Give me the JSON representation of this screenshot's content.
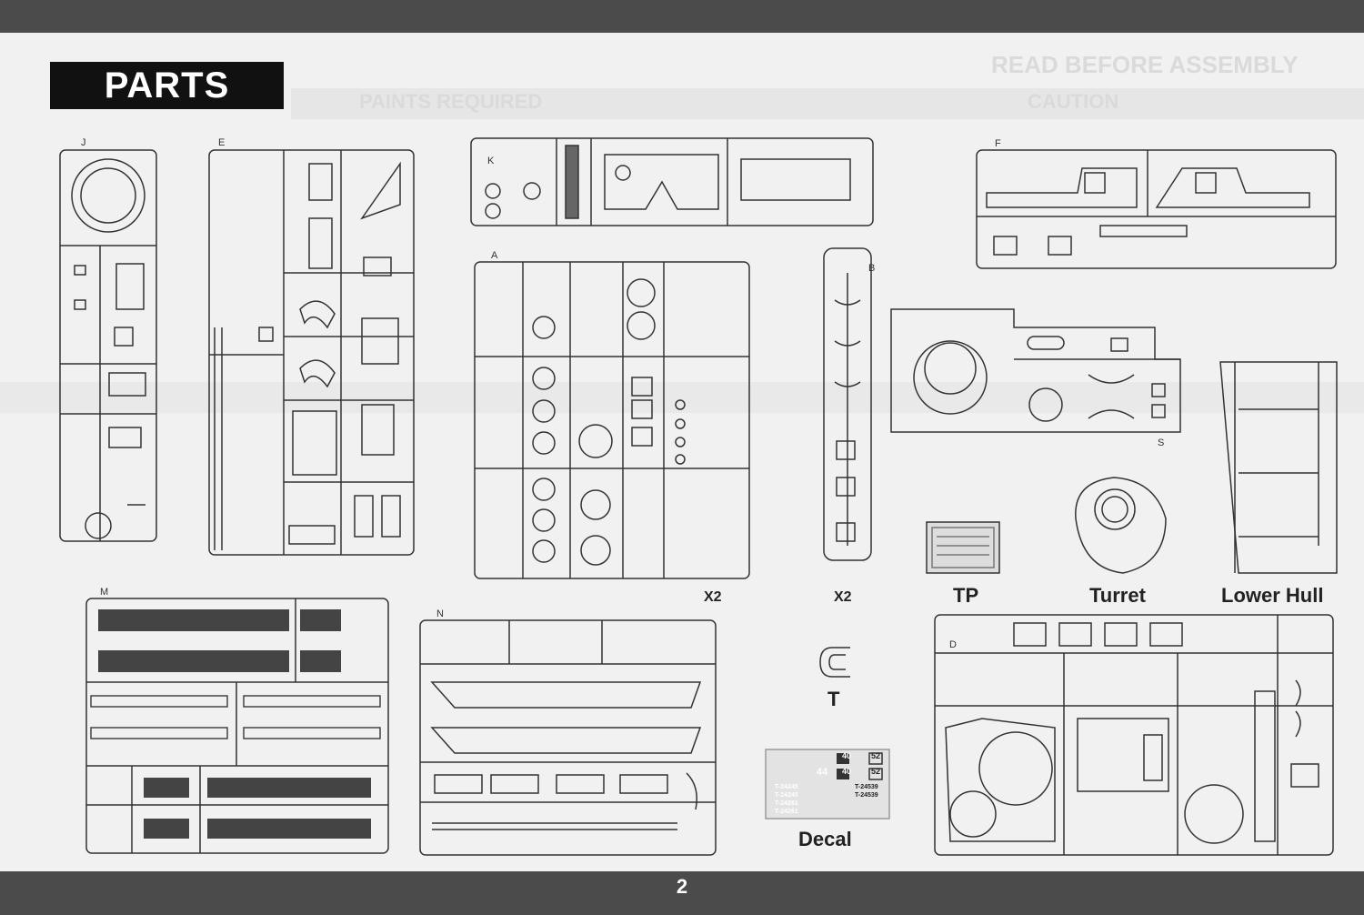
{
  "header": {
    "title": "PARTS"
  },
  "background_text": {
    "read_before": "READ BEFORE ASSEMBLY",
    "caution": "CAUTION",
    "paints": "PAINTS REQUIRED"
  },
  "sprue_letters": [
    "J",
    "E",
    "K",
    "F",
    "A",
    "B",
    "S",
    "M",
    "N",
    "D"
  ],
  "labels": {
    "x2_a": "X2",
    "x2_b": "X2",
    "tp": "TP",
    "turret": "Turret",
    "lower_hull": "Lower Hull",
    "t": "T",
    "decal": "Decal"
  },
  "decal_sheet": {
    "numbers": [
      "40",
      "52",
      "40",
      "52",
      "44"
    ],
    "serials": [
      "T-24539",
      "T-24539",
      "T-24245",
      "T-24245",
      "T-24261",
      "T-24261"
    ]
  },
  "footer": {
    "page_number": "2"
  },
  "colors": {
    "band": "#4b4b4b",
    "ink": "#222222",
    "background": "#f1f1f1"
  }
}
